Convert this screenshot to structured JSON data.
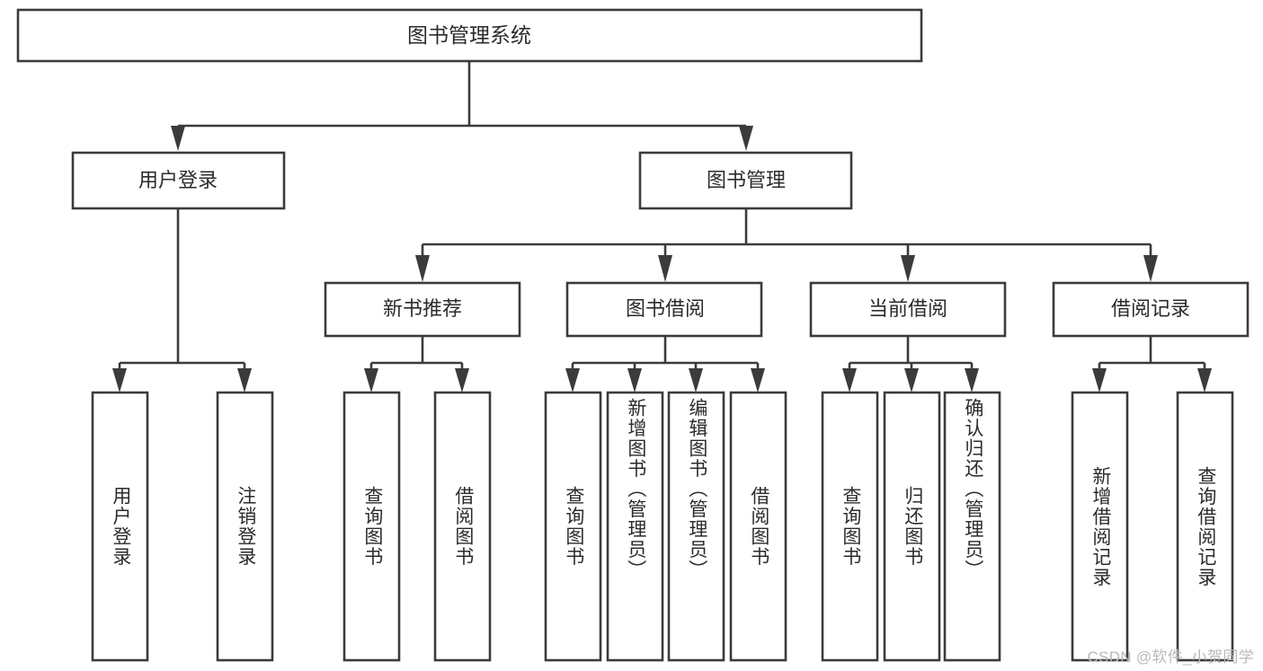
{
  "diagram": {
    "title": "图书管理系统",
    "type": "tree-hierarchy-flowchart",
    "watermark": "CSDN @软件_小贺同学",
    "colors": {
      "background": "#ffffff",
      "box_fill": "#ffffff",
      "box_stroke": "#3b3b3b",
      "text": "#2b2b2b",
      "watermark": "#b9b9b9"
    },
    "levels": {
      "root": {
        "label": "图书管理系统"
      },
      "level2": [
        {
          "label": "用户登录"
        },
        {
          "label": "图书管理"
        }
      ],
      "level3": [
        {
          "label": "新书推荐"
        },
        {
          "label": "图书借阅"
        },
        {
          "label": "当前借阅"
        },
        {
          "label": "借阅记录"
        }
      ],
      "leaves": {
        "user_login": [
          {
            "label": "用户登录"
          },
          {
            "label": "注销登录"
          }
        ],
        "new_book_recommend": [
          {
            "label": "查询图书"
          },
          {
            "label": "借阅图书"
          }
        ],
        "book_borrow": [
          {
            "label": "查询图书"
          },
          {
            "label": "新增图书（管理员）"
          },
          {
            "label": "编辑图书（管理员）"
          },
          {
            "label": "借阅图书"
          }
        ],
        "current_borrow": [
          {
            "label": "查询图书"
          },
          {
            "label": "归还图书"
          },
          {
            "label": "确认归还（管理员）"
          }
        ],
        "borrow_record": [
          {
            "label": "新增借阅记录"
          },
          {
            "label": "查询借阅记录"
          }
        ]
      }
    }
  }
}
